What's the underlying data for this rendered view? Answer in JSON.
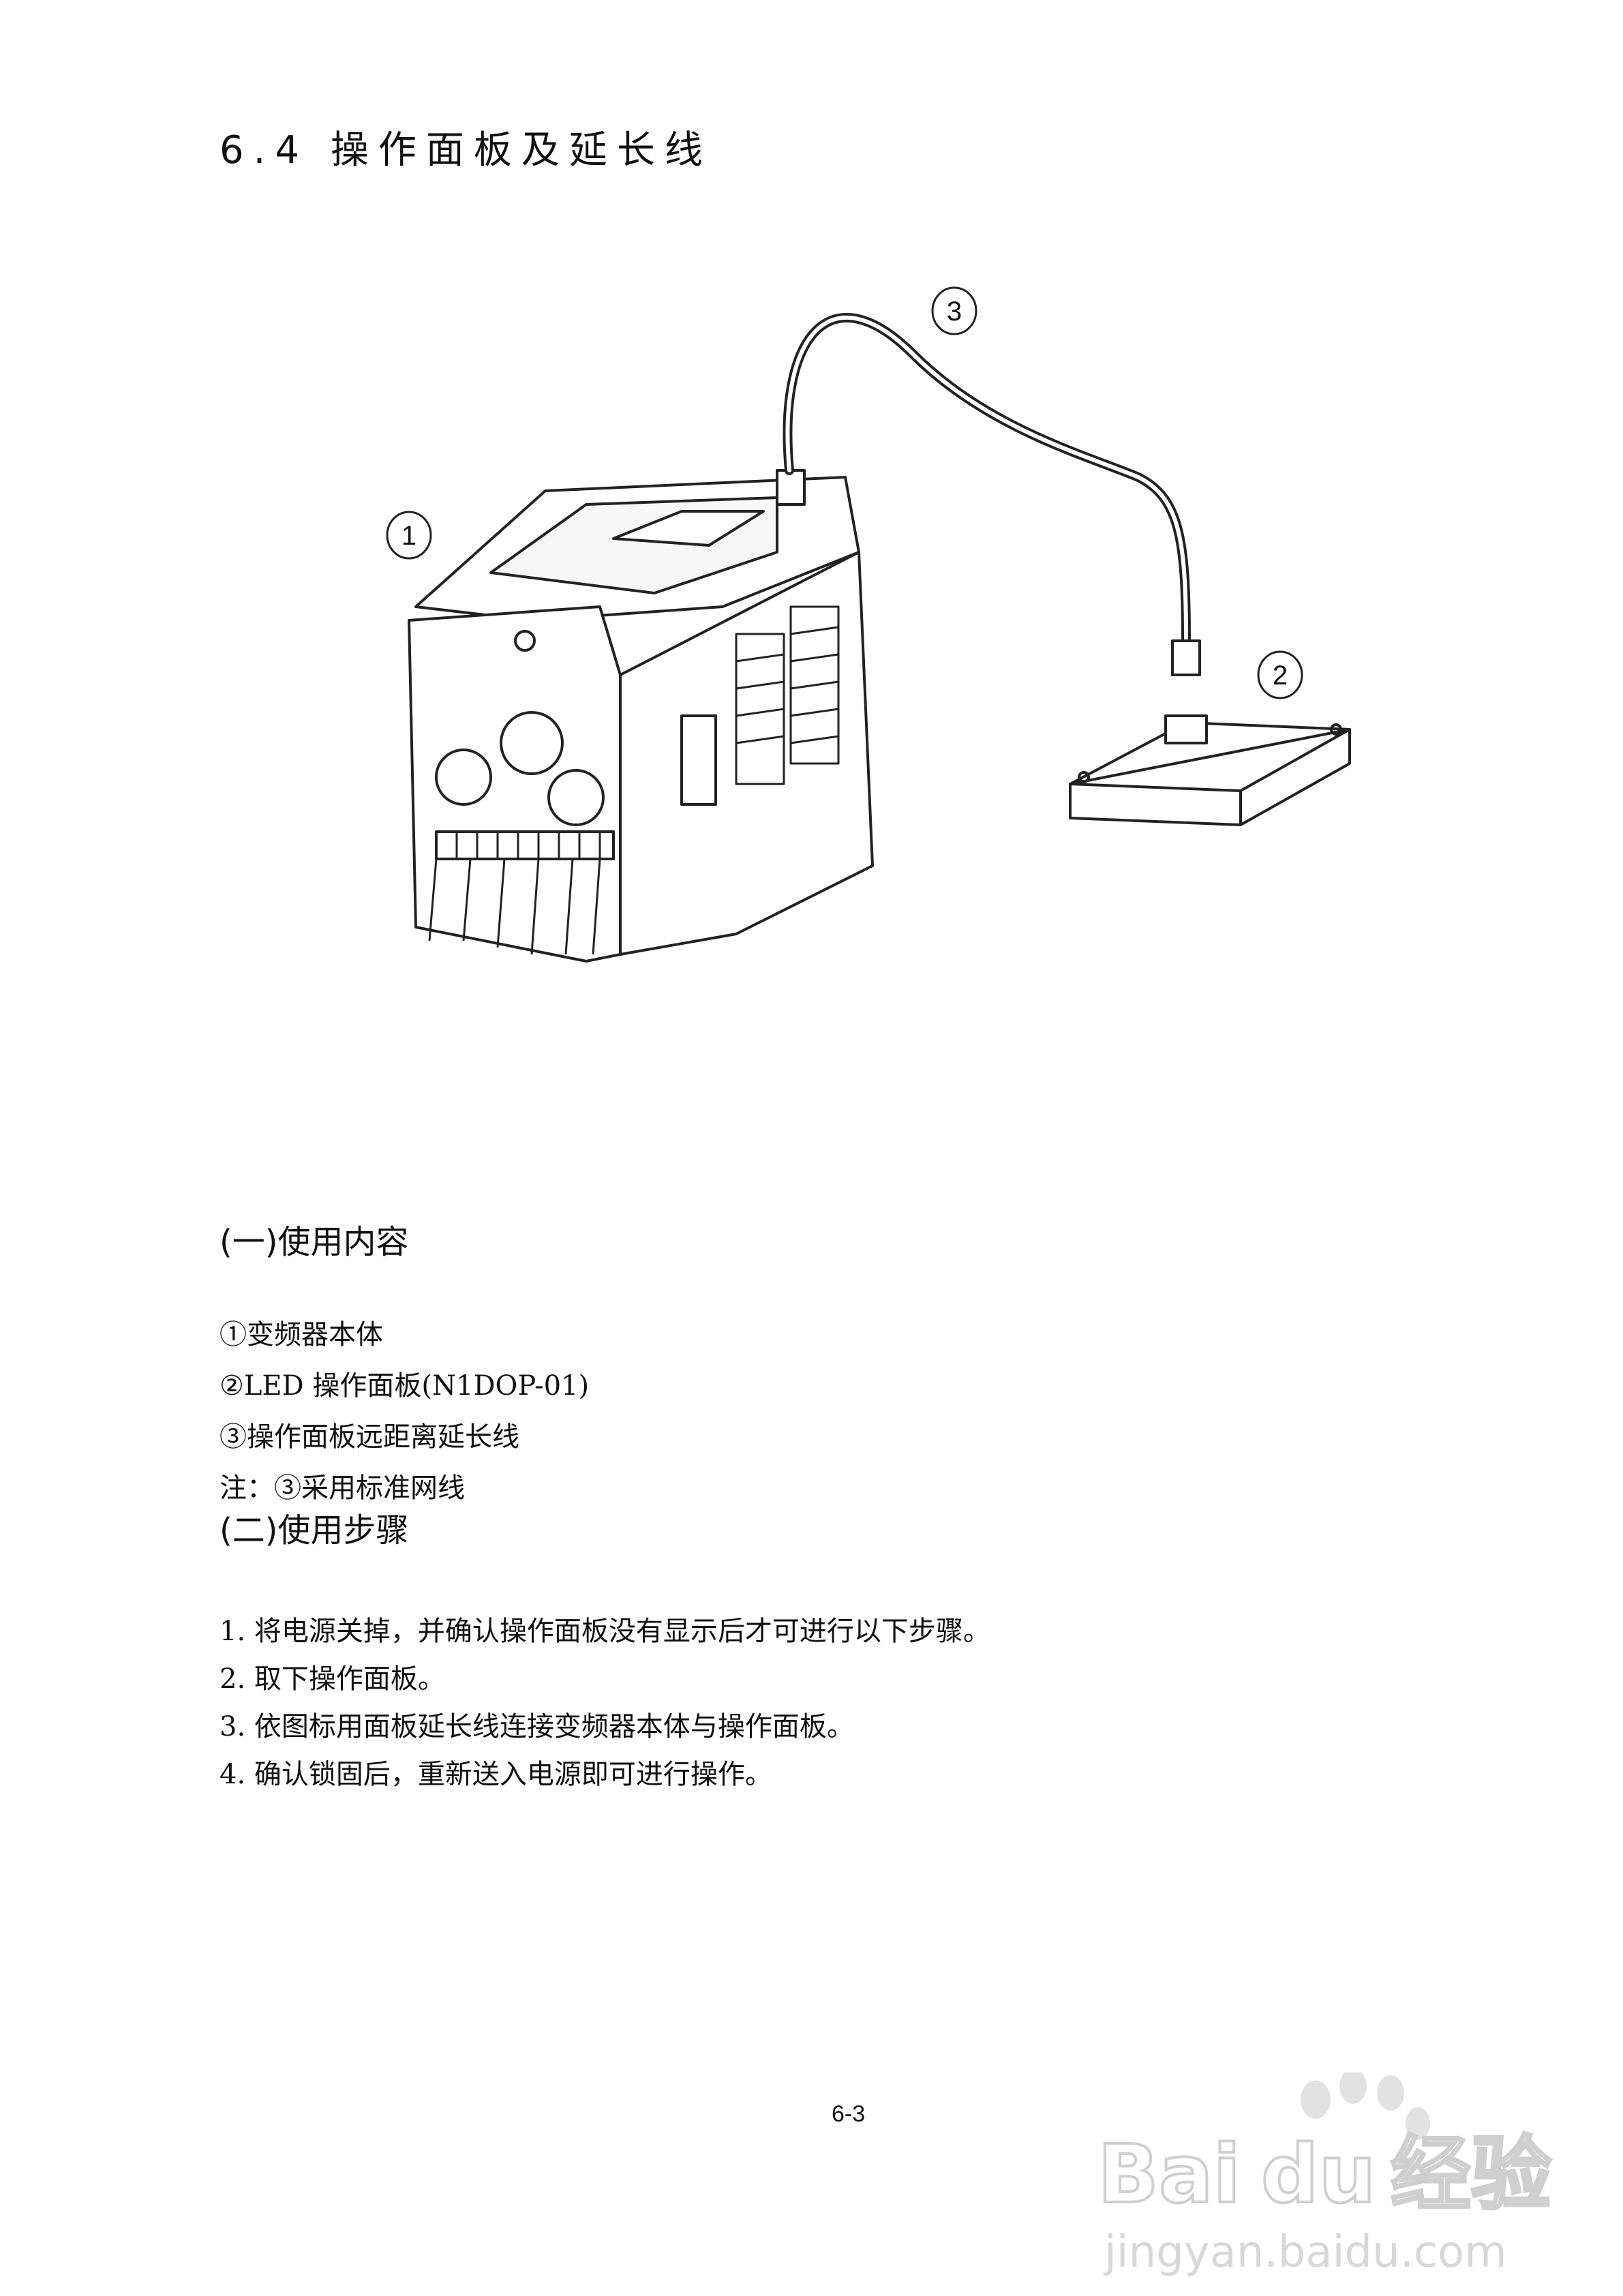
{
  "section_title": "6.4 操作面板及延长线",
  "figure": {
    "labels": {
      "inverter": "1",
      "panel": "2",
      "cable": "3"
    }
  },
  "section1": {
    "heading": "(一)使用内容",
    "items": [
      "①变频器本体",
      "②LED 操作面板(N1DOP-01)",
      "③操作面板远距离延长线",
      "注：③采用标准网线"
    ]
  },
  "section2": {
    "heading": "(二)使用步骤",
    "steps": [
      "1.  将电源关掉，并确认操作面板没有显示后才可进行以下步骤。",
      "2.  取下操作面板。",
      "3.  依图标用面板延长线连接变频器本体与操作面板。",
      "4.  确认锁固后，重新送入电源即可进行操作。"
    ]
  },
  "page_number": "6-3",
  "watermark": {
    "brand": "Bai du 经验",
    "url": "jingyan.baidu.com"
  }
}
